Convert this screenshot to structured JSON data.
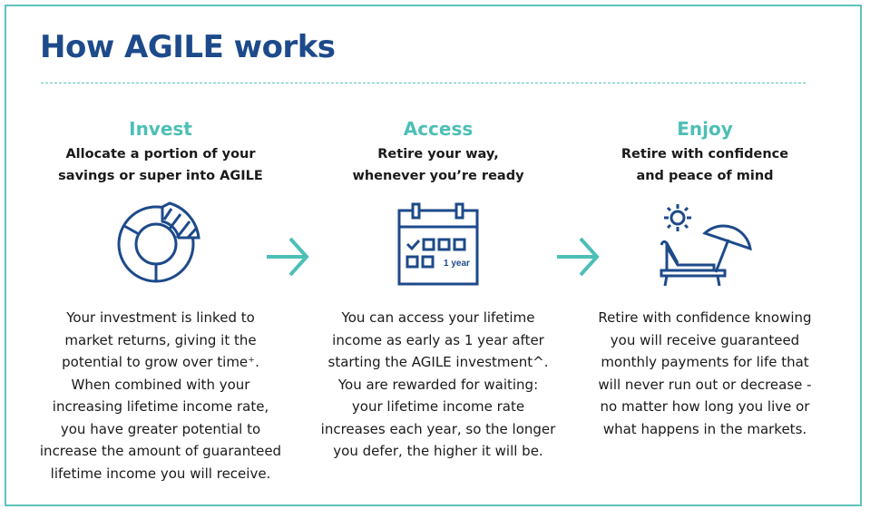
{
  "title": "How AGILE works",
  "steps": [
    {
      "heading": "Invest",
      "subtitle": "Allocate a portion of your\nsavings or super into AGILE",
      "icon": "pie-chart-icon",
      "body": "Your investment is linked to\nmarket returns, giving it the\npotential to grow over time⁺.\nWhen combined with your\nincreasing lifetime income rate,\nyou have greater potential to\nincrease the amount of guaranteed\nlifetime income you will receive."
    },
    {
      "heading": "Access",
      "subtitle": "Retire your way,\nwhenever you’re ready",
      "icon": "calendar-icon",
      "calendar_label": "1 year",
      "body": "You can access your lifetime\nincome as early as 1 year after\nstarting the AGILE investment^.\nYou are rewarded for waiting:\nyour lifetime income rate\nincreases each year, so the longer\nyou defer, the higher it will be."
    },
    {
      "heading": "Enjoy",
      "subtitle": "Retire with confidence\nand peace of mind",
      "icon": "beach-chair-icon",
      "body": "Retire with confidence knowing\nyou will receive guaranteed\nmonthly payments for life that\nwill never run out or decrease -\nno matter how long you live or\nwhat happens in the markets."
    }
  ],
  "colors": {
    "navy": "#1d4a8a",
    "teal": "#4dbfb6"
  }
}
